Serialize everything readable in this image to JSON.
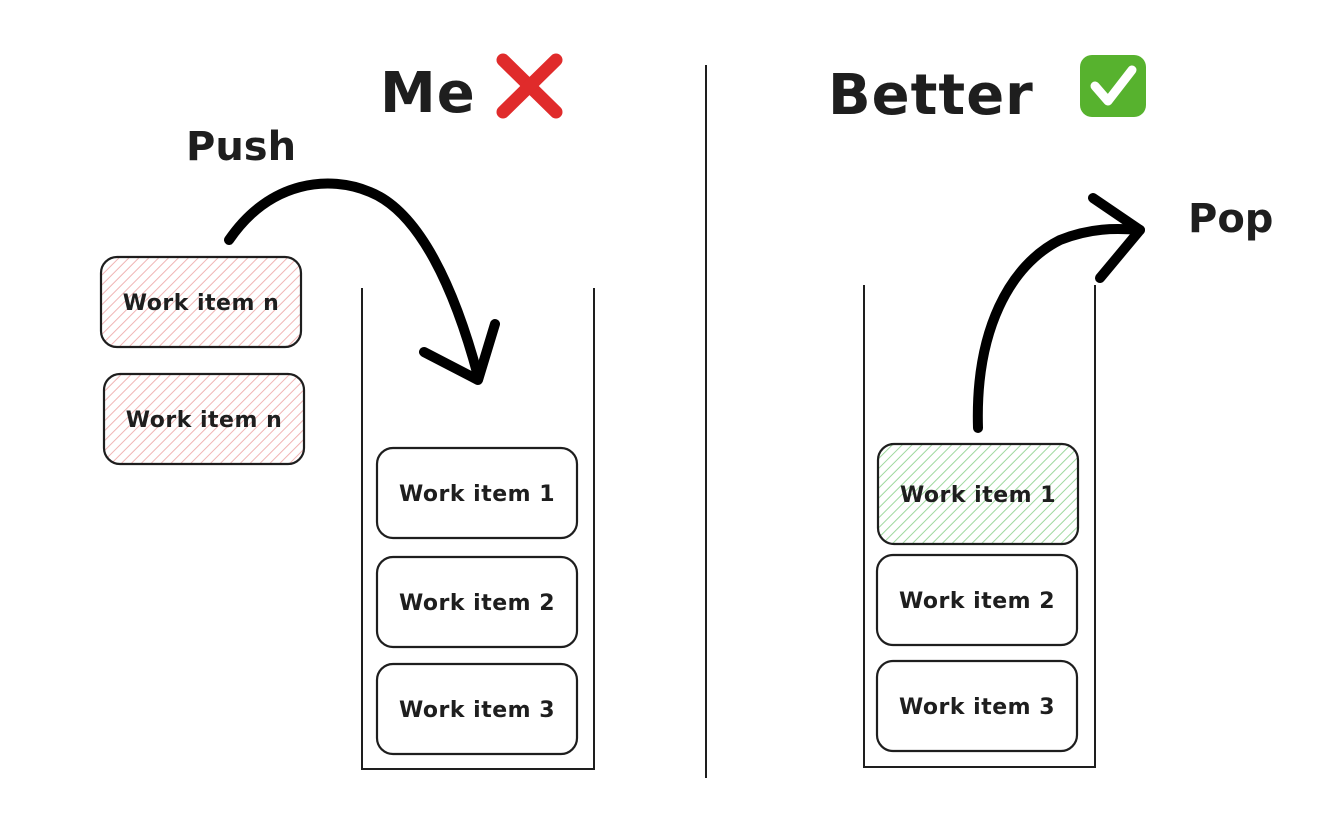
{
  "left_panel": {
    "title": "Me",
    "title_mark": "cross-mark",
    "title_mark_color": "#e02b2b",
    "action_label": "Push",
    "incoming_items": [
      "Work item n",
      "Work item n"
    ],
    "incoming_item_fill": "#f2c4c4",
    "stack_items": [
      "Work item 1",
      "Work item 2",
      "Work item 3"
    ]
  },
  "right_panel": {
    "title": "Better",
    "title_mark": "check-mark-button",
    "title_mark_color": "#57b22e",
    "action_label": "Pop",
    "stack_items": [
      "Work item 1",
      "Work item 2",
      "Work item 3"
    ],
    "highlight_item_fill": "#bfe8bf"
  }
}
